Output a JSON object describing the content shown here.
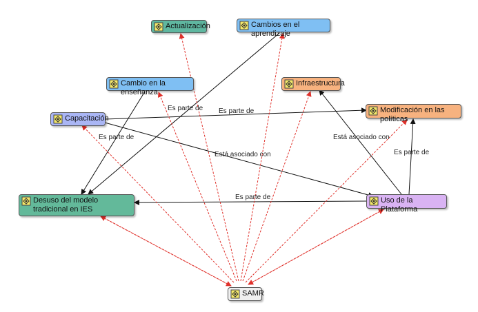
{
  "nodes": {
    "actualizacion": {
      "label": "Actualización",
      "fill": "#5fb7a0"
    },
    "cambios_aprendizaje": {
      "label": "Cambios en el aprendizaje",
      "fill": "#7fbff3"
    },
    "cambio_ensenanza": {
      "label": "Cambio en la enseñanza",
      "fill": "#7fbff3"
    },
    "infraestructura": {
      "label": "Infraestructura",
      "fill": "#f7b27f"
    },
    "capacitacion": {
      "label": "Capacitación",
      "fill": "#aab6f5"
    },
    "modificacion_politicas": {
      "label": "Modificación en las políticas",
      "fill": "#f7b27f"
    },
    "desuso_modelo": {
      "label": "Desuso del modelo tradicional en IES",
      "fill": "#63b99a"
    },
    "uso_plataforma": {
      "label": "Uso de la Plataforma",
      "fill": "#d9b3f3"
    },
    "samr": {
      "label": "SAMR",
      "fill": "#f0f0f0"
    }
  },
  "edge_labels": {
    "es_parte_de_1": "Es parte de",
    "es_parte_de_2": "Es parte de",
    "es_parte_de_3": "Es parte de",
    "es_parte_de_4": "Es parte de",
    "esta_asociado_1": "Está asociado con",
    "esta_asociado_2": "Está asociado con"
  },
  "colors": {
    "solid_edge": "#111111",
    "dashed_edge": "#e0302a",
    "node_border": "#555555"
  },
  "icon": "concept-node-icon"
}
